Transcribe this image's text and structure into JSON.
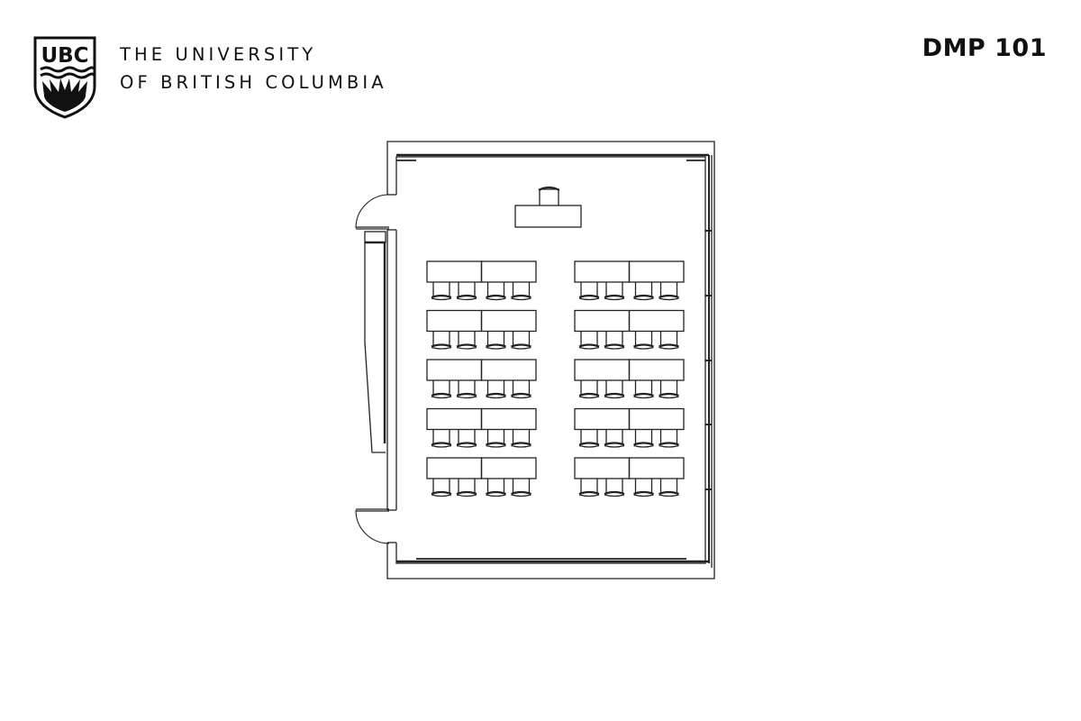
{
  "header": {
    "logo": {
      "icon": "ubc-crest-icon",
      "monogram": "UBC"
    },
    "institution_line1": "THE UNIVERSITY",
    "institution_line2": "OF BRITISH COLUMBIA",
    "room_code": "DMP 101"
  },
  "floor_plan": {
    "room": "DMP 101",
    "layout": "classroom",
    "doors": 2,
    "lectern": 1,
    "table_columns": 2,
    "table_rows_per_column": 5,
    "tables_per_row": 2,
    "chairs_per_table": 2,
    "total_tables": 20,
    "total_seats": 40,
    "colors": {
      "line": "#222222",
      "background": "#ffffff"
    }
  }
}
